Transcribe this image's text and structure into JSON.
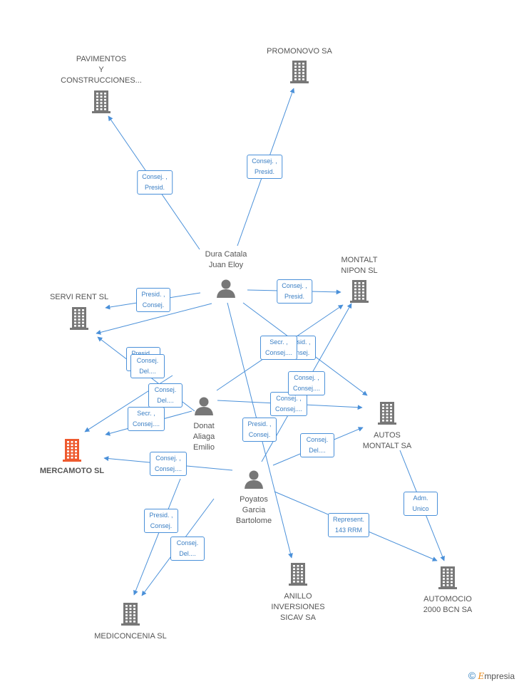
{
  "colors": {
    "edge": "#4a90d9",
    "company": "#777777",
    "company_main": "#ee5a2f",
    "person": "#777777"
  },
  "companies": [
    {
      "id": "pavimentos",
      "label": "PAVIMENTOS\nY\nCONSTRUCCIONES...",
      "main": false
    },
    {
      "id": "promonovo",
      "label": "PROMONOVO SA",
      "main": false
    },
    {
      "id": "montalt_nipon",
      "label": "MONTALT\nNIPON SL",
      "main": false
    },
    {
      "id": "servi_rent",
      "label": "SERVI RENT SL",
      "main": false
    },
    {
      "id": "mercamoto",
      "label": "MERCAMOTO SL",
      "main": true
    },
    {
      "id": "autos_montalt",
      "label": "AUTOS\nMONTALT SA",
      "main": false
    },
    {
      "id": "anillo",
      "label": "ANILLO\nINVERSIONES\nSICAV SA",
      "main": false
    },
    {
      "id": "automocio",
      "label": "AUTOMOCIO\n2000 BCN SA",
      "main": false
    },
    {
      "id": "mediconcenia",
      "label": "MEDICONCENIA SL",
      "main": false
    }
  ],
  "persons": [
    {
      "id": "dura",
      "label": "Dura Catala\nJuan Eloy"
    },
    {
      "id": "donat",
      "label": "Donat\nAliaga\nEmilio"
    },
    {
      "id": "poyatos",
      "label": "Poyatos\nGarcia\nBartolome"
    }
  ],
  "edges": [
    {
      "id": "e1",
      "label": "Consej. ,\nPresid."
    },
    {
      "id": "e2",
      "label": "Consej. ,\nPresid."
    },
    {
      "id": "e3",
      "label": "Consej. ,\nPresid."
    },
    {
      "id": "e4",
      "label": "Presid. ,\nConsej."
    },
    {
      "id": "e5",
      "label": "Presid. ,\nConsej."
    },
    {
      "id": "e6",
      "label": "Presid. ,\nConsej."
    },
    {
      "id": "e7",
      "label": "Secr. ,\nConsej...."
    },
    {
      "id": "e8",
      "label": "Consej.\nDel...."
    },
    {
      "id": "e9",
      "label": "Secr. ,\nConsej...."
    },
    {
      "id": "e10",
      "label": "Consej. ,\nConsej...."
    },
    {
      "id": "e11",
      "label": "Consej. ,\nConsej...."
    },
    {
      "id": "e12",
      "label": "Presid. ,\nConsej."
    },
    {
      "id": "e13",
      "label": "Consej.\nDel...."
    },
    {
      "id": "e14",
      "label": "Consej. ,\nConsej...."
    },
    {
      "id": "e15",
      "label": "Consej.\nDel...."
    },
    {
      "id": "e16",
      "label": "Consej.\nDel...."
    },
    {
      "id": "e17",
      "label": "Represent.\n143 RRM"
    },
    {
      "id": "e18",
      "label": "Adm.\nUnico"
    },
    {
      "id": "e19",
      "label": "Presid. ,\nConsej."
    }
  ],
  "footer": {
    "copyright": "©",
    "brand_first": "E",
    "brand_rest": "mpresia"
  }
}
